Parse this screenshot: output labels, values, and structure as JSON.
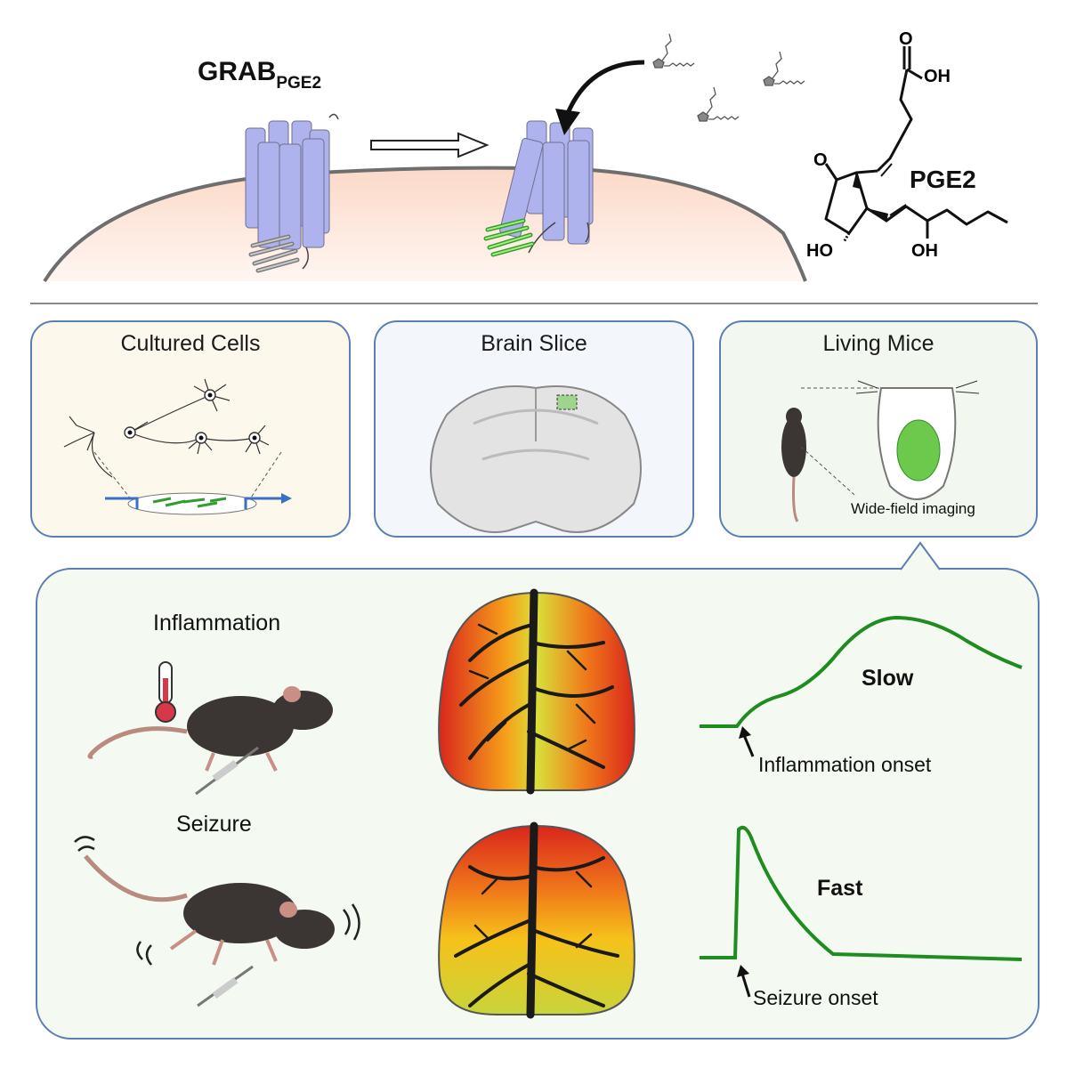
{
  "top": {
    "sensor_name": "GRAB",
    "sensor_subscript": "PGE2",
    "ligand_label": "PGE2",
    "chem_groups": {
      "acid": "OH",
      "ketone": "O",
      "hydroxyl_left": "HO",
      "hydroxyl_right": "OH"
    }
  },
  "panels": {
    "cultured_cells": "Cultured Cells",
    "brain_slice": "Brain Slice",
    "living_mice": "Living Mice",
    "imaging_label": "Wide-field imaging"
  },
  "conditions": {
    "inflammation": {
      "label": "Inflammation",
      "kinetics": "Slow",
      "onset_label": "Inflammation onset"
    },
    "seizure": {
      "label": "Seizure",
      "kinetics": "Fast",
      "onset_label": "Seizure onset"
    }
  },
  "colors": {
    "receptor": "#aeb3ee",
    "panel_border": "#5b7fb5",
    "trace_green": "#1e8c1e",
    "cell_bg": "#fcf8ec",
    "slice_bg": "#f3f6fb",
    "mice_bg": "#f2f8ef",
    "lower_bg": "#f4f9f1"
  }
}
